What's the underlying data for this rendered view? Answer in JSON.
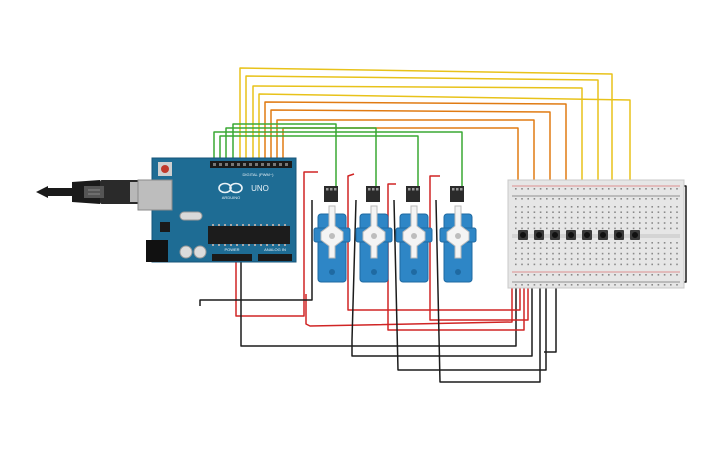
{
  "arduino": {
    "brand": "UNO",
    "logo_text": "ARDUINO",
    "digital_label": "DIGITAL (PWM~)",
    "power_label": "POWER",
    "analog_label": "ANALOG IN",
    "board_color": "#1e6c94",
    "usb_connector_icon": "usb-plug-icon"
  },
  "servos": {
    "count": 4,
    "body_color": "#2e86c6",
    "header_color": "#2b2b2b"
  },
  "breadboard": {
    "button_count": 8,
    "button_icon": "pushbutton-icon",
    "rail_plus_color": "#d43b3b",
    "rail_minus_color": "#3b3b3b"
  },
  "wire_colors": {
    "yellow": "#e8c21a",
    "orange": "#e07b13",
    "green": "#3aa934",
    "red": "#d02525",
    "black": "#1c1c1c"
  }
}
